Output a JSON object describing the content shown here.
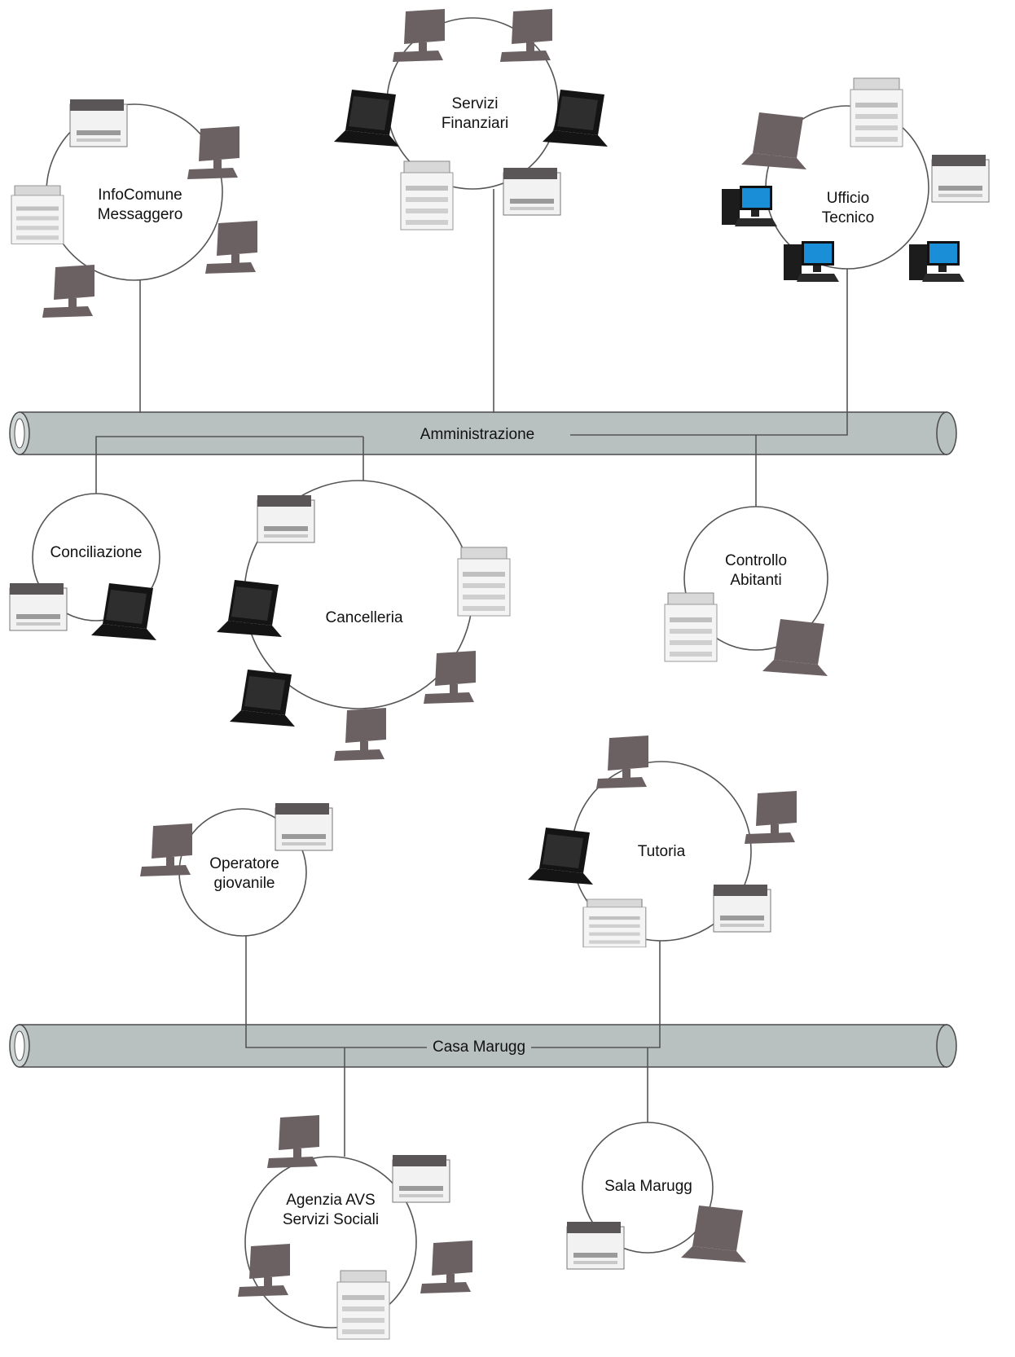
{
  "colors": {
    "bus_fill": "#b9c0c0",
    "bus_stroke": "#4a4a4a",
    "line": "#555555",
    "desktop": "#6b6163",
    "laptop": "#141414",
    "printer": "#e8e8e8",
    "tower": "#202020",
    "screen": "#1a8fd8"
  },
  "buses": {
    "amministrazione": "Amministrazione",
    "casa_marugg": "Casa Marugg"
  },
  "groups": {
    "infocomune": {
      "line1": "InfoComune",
      "line2": "Messaggero"
    },
    "servizi_finanziari": {
      "line1": "Servizi",
      "line2": "Finanziari"
    },
    "ufficio_tecnico": {
      "line1": "Ufficio",
      "line2": "Tecnico"
    },
    "conciliazione": {
      "line1": "Conciliazione"
    },
    "cancelleria": {
      "line1": "Cancelleria"
    },
    "controllo_abitanti": {
      "line1": "Controllo",
      "line2": "Abitanti"
    },
    "operatore_giovanile": {
      "line1": "Operatore",
      "line2": "giovanile"
    },
    "tutoria": {
      "line1": "Tutoria"
    },
    "agenzia_avs": {
      "line1": "Agenzia AVS",
      "line2": "Servizi Sociali"
    },
    "sala_marugg": {
      "line1": "Sala Marugg"
    }
  }
}
